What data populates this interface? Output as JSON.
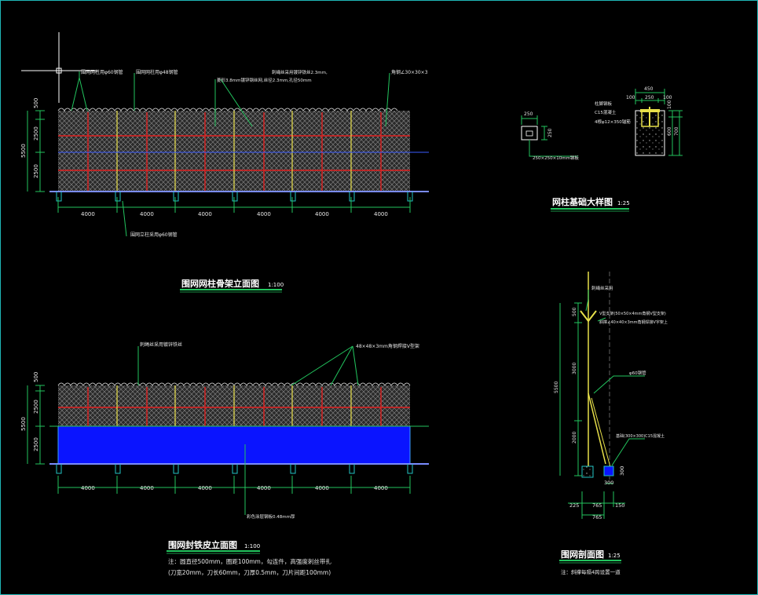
{
  "colors": {
    "bg": "#000000",
    "dim": "#22c55e",
    "red": "#e02020",
    "yellow": "#e8e04a",
    "blue": "#0a14ff",
    "title_underline": "#22c55e",
    "mesh": "#8a8a8a"
  },
  "frame_elev": {
    "title": "围网网柱骨架立面图",
    "scale": "1:100",
    "annotations": [
      "围网网柱用φ60钢管",
      "围网网柱用φ48钢管",
      "刺绳丝采用镀锌铁丝2.3mm,",
      "菱形3.8mm镀锌钢丝网,丝径2.3mm,孔径50mm",
      "角钢∠30×30×3",
      "围网立柱采用φ60钢管"
    ],
    "vdims": [
      "500",
      "2500",
      "5500",
      "2500"
    ],
    "hdims": [
      "4000",
      "4000",
      "4000",
      "4000",
      "4000",
      "4000"
    ]
  },
  "foundation": {
    "title": "网柱基础大样图",
    "scale": "1:25",
    "plate_dims": [
      "250",
      "250"
    ],
    "plate_label": "250×250×10mm钢板",
    "dims_top": [
      "450",
      "100",
      "250",
      "100"
    ],
    "dims_side": [
      "100",
      "600",
      "700"
    ],
    "labels": [
      "柱脚钢板",
      "C15混凝土",
      "4根φ12×350锚筋"
    ]
  },
  "skin_elev": {
    "title": "围网封铁皮立面图",
    "scale": "1:100",
    "annotations": [
      "刺绳丝采用镀锌铁丝",
      "48×48×3mm角钢焊接V型架",
      "彩色涂层钢板0.48mm厚"
    ],
    "vdims": [
      "500",
      "2500",
      "5500",
      "2500"
    ],
    "hdims": [
      "4000",
      "4000",
      "4000",
      "4000",
      "4000",
      "4000"
    ],
    "note1": "注：圆直径500mm，圈距100mm，勾连件，高强度刺丝带扎",
    "note2": "(刀宽20mm，刀长60mm，刀厚0.5mm，刀片间距100mm)"
  },
  "section": {
    "title": "围网剖面图",
    "scale": "1:25",
    "labels": [
      "刺绳丝采用",
      "V型支架(50×50×4mm角钢V型支架)",
      "斜撑∠40×40×3mm角钢焊接V字架上",
      "φ60钢管",
      "基础(300×300)C15混凝土"
    ],
    "vdims": [
      "500",
      "3000",
      "5500",
      "2000"
    ],
    "hdims": [
      "225",
      "765",
      "150",
      "765",
      "300",
      "300"
    ],
    "note": "注：斜撑每隔4跨设置一道"
  }
}
